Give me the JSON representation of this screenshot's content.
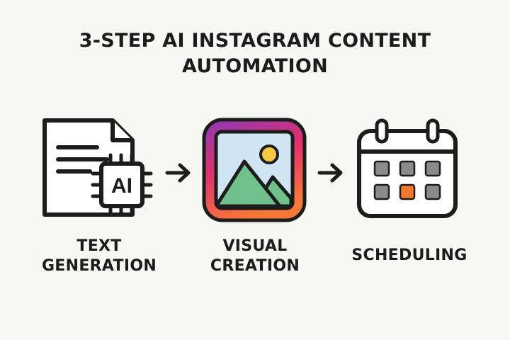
{
  "title": {
    "line1": "3-STEP AI INSTAGRAM CONTENT",
    "line2": "AUTOMATION"
  },
  "steps": [
    {
      "icon": "ai-document-icon",
      "chip_text": "AI",
      "label_line1": "TEXT",
      "label_line2": "GENERATION"
    },
    {
      "icon": "instagram-image-icon",
      "label_line1": "VISUAL",
      "label_line2": "CREATION"
    },
    {
      "icon": "calendar-icon",
      "label_line1": "SCHEDULING"
    }
  ],
  "colors": {
    "ink": "#1c1c1c",
    "frame_gradient": [
      "#8a3ab9",
      "#e1306c",
      "#f77737"
    ],
    "sky": "#cfe6f2",
    "sun": "#f5c842",
    "mountain": "#6fc08a",
    "calendar_cell": "#8a8a8a",
    "calendar_highlight": "#f07a2a"
  }
}
